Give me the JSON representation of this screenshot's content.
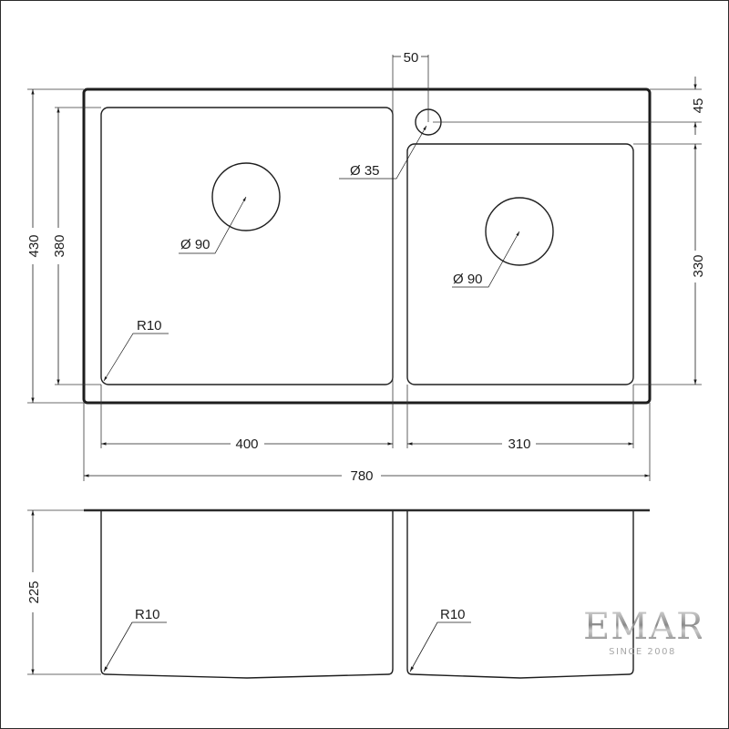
{
  "drawing": {
    "brand": {
      "name": "EMAR",
      "tagline": "SINCE 2008"
    },
    "top_view": {
      "overall_width": "780",
      "overall_depth": "430",
      "left_bowl_width": "400",
      "left_bowl_depth": "380",
      "right_bowl_width": "310",
      "right_bowl_depth": "330",
      "tap_offset_x": "50",
      "tap_offset_y": "45",
      "tap_hole_diameter": "Ø 35",
      "left_drain_diameter": "Ø 90",
      "right_drain_diameter": "Ø 90",
      "corner_radius": "R10"
    },
    "side_view": {
      "bowl_height": "225",
      "left_corner_radius": "R10",
      "right_corner_radius": "R10"
    }
  },
  "colors": {
    "line": "#1e1e1e",
    "thin_line": "#3a3a3a",
    "logo": "#9a9a9a"
  }
}
